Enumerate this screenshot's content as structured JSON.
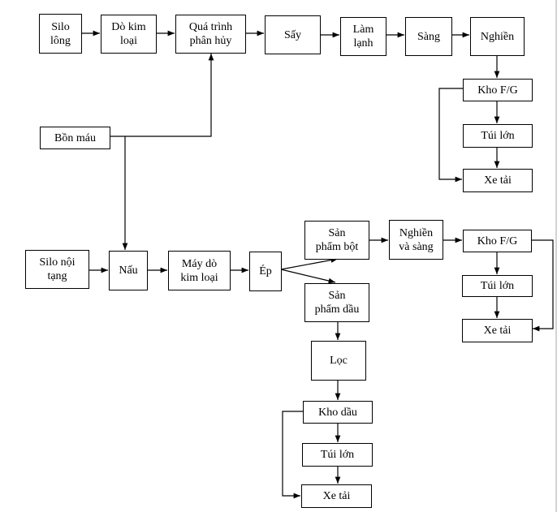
{
  "diagram": {
    "type": "flowchart",
    "nodes": [
      {
        "id": "silo_long",
        "label": "Silo\nlông"
      },
      {
        "id": "do_kim_loai_1",
        "label": "Dò kim\nloại"
      },
      {
        "id": "qua_trinh_phan_huy",
        "label": "Quá trình\nphân hủy"
      },
      {
        "id": "say",
        "label": "Sấy"
      },
      {
        "id": "lam_lanh",
        "label": "Làm\nlạnh"
      },
      {
        "id": "sang",
        "label": "Sàng"
      },
      {
        "id": "nghien_1",
        "label": "Nghiền"
      },
      {
        "id": "kho_fg_1",
        "label": "Kho F/G"
      },
      {
        "id": "tui_lon_1",
        "label": "Túi lớn"
      },
      {
        "id": "xe_tai_1",
        "label": "Xe tải"
      },
      {
        "id": "bon_mau",
        "label": "Bồn máu"
      },
      {
        "id": "silo_noi_tang",
        "label": "Silo nội\ntạng"
      },
      {
        "id": "nau",
        "label": "Nấu"
      },
      {
        "id": "may_do_kim_loai",
        "label": "Máy dò\nkim loại"
      },
      {
        "id": "ep",
        "label": "Ép"
      },
      {
        "id": "san_pham_bot",
        "label": "Sản\nphẩm bột"
      },
      {
        "id": "nghien_va_sang",
        "label": "Nghiền\nvà sàng"
      },
      {
        "id": "kho_fg_2",
        "label": "Kho F/G"
      },
      {
        "id": "tui_lon_2",
        "label": "Túi lớn"
      },
      {
        "id": "xe_tai_2",
        "label": "Xe tải"
      },
      {
        "id": "san_pham_dau",
        "label": "Sản\nphẩm dầu"
      },
      {
        "id": "loc",
        "label": "Lọc"
      },
      {
        "id": "kho_dau",
        "label": "Kho dầu"
      },
      {
        "id": "tui_lon_3",
        "label": "Túi lớn"
      },
      {
        "id": "xe_tai_3",
        "label": "Xe tải"
      }
    ],
    "edges": [
      {
        "from": "silo_long",
        "to": "do_kim_loai_1"
      },
      {
        "from": "do_kim_loai_1",
        "to": "qua_trinh_phan_huy"
      },
      {
        "from": "qua_trinh_phan_huy",
        "to": "say"
      },
      {
        "from": "say",
        "to": "lam_lanh"
      },
      {
        "from": "lam_lanh",
        "to": "sang"
      },
      {
        "from": "sang",
        "to": "nghien_1"
      },
      {
        "from": "nghien_1",
        "to": "kho_fg_1"
      },
      {
        "from": "kho_fg_1",
        "to": "tui_lon_1"
      },
      {
        "from": "tui_lon_1",
        "to": "xe_tai_1"
      },
      {
        "from": "kho_fg_1",
        "to": "xe_tai_1"
      },
      {
        "from": "bon_mau",
        "to": "qua_trinh_phan_huy"
      },
      {
        "from": "bon_mau",
        "to": "nau"
      },
      {
        "from": "silo_noi_tang",
        "to": "nau"
      },
      {
        "from": "nau",
        "to": "may_do_kim_loai"
      },
      {
        "from": "may_do_kim_loai",
        "to": "ep"
      },
      {
        "from": "ep",
        "to": "san_pham_bot"
      },
      {
        "from": "ep",
        "to": "san_pham_dau"
      },
      {
        "from": "san_pham_bot",
        "to": "nghien_va_sang"
      },
      {
        "from": "nghien_va_sang",
        "to": "kho_fg_2"
      },
      {
        "from": "kho_fg_2",
        "to": "tui_lon_2"
      },
      {
        "from": "tui_lon_2",
        "to": "xe_tai_2"
      },
      {
        "from": "kho_fg_2",
        "to": "xe_tai_2"
      },
      {
        "from": "san_pham_dau",
        "to": "loc"
      },
      {
        "from": "loc",
        "to": "kho_dau"
      },
      {
        "from": "kho_dau",
        "to": "tui_lon_3"
      },
      {
        "from": "tui_lon_3",
        "to": "xe_tai_3"
      },
      {
        "from": "kho_dau",
        "to": "xe_tai_3"
      }
    ]
  }
}
